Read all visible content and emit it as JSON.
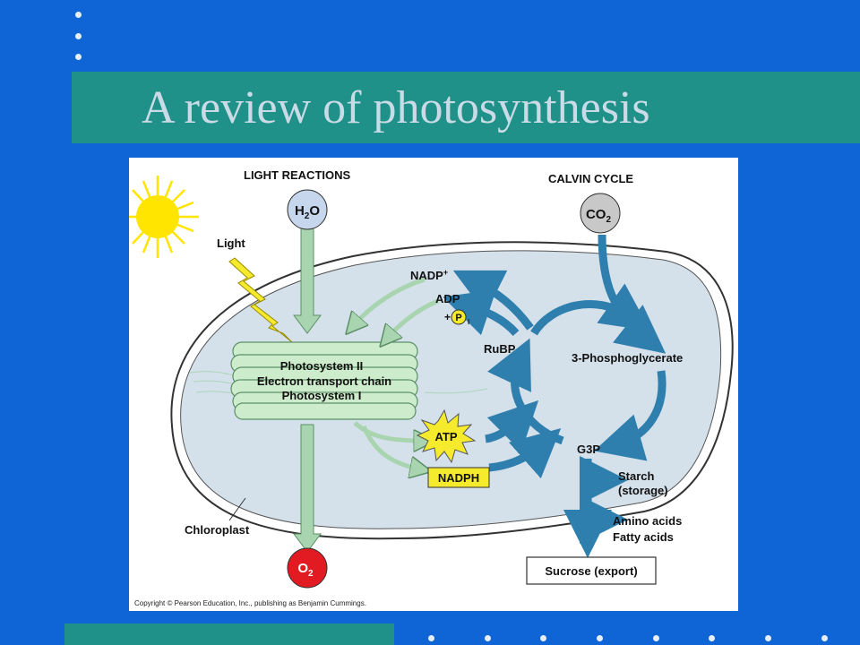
{
  "slide": {
    "title": "A review of photosynthesis"
  },
  "figure": {
    "light_reactions_heading": "LIGHT REACTIONS",
    "calvin_cycle_heading": "CALVIN CYCLE",
    "light_label": "Light",
    "h2o": {
      "main": "H",
      "sub": "2",
      "end": "O"
    },
    "co2": {
      "main": "CO",
      "sub": "2"
    },
    "o2": {
      "main": "O",
      "sub": "2"
    },
    "nadp_plus": {
      "main": "NADP",
      "sup": "+"
    },
    "adp": "ADP",
    "plus_p": "+",
    "p_letter": "P",
    "p_sub": "i",
    "photosystem_2": "Photosystem II",
    "electron_transport": "Electron transport chain",
    "photosystem_1": "Photosystem I",
    "atp": "ATP",
    "nadph": "NADPH",
    "rubp": "RuBP",
    "phosphoglycerate": "3-Phosphoglycerate",
    "g3p": "G3P",
    "starch": "Starch",
    "storage": "(storage)",
    "amino_acids": "Amino acids",
    "fatty_acids": "Fatty acids",
    "sucrose": "Sucrose (export)",
    "chloroplast": "Chloroplast",
    "copyright": "Copyright © Pearson Education, Inc., publishing as Benjamin Cummings.",
    "colors": {
      "stroma": "#d4e0ea",
      "thylakoid": "#cdeccb",
      "calvin_arrow": "#2f7fae",
      "light_arrow": "#a8d5b0",
      "atp_yellow": "#f6ea2c",
      "o2_red": "#e21b22",
      "sun": "#ffe500"
    }
  }
}
